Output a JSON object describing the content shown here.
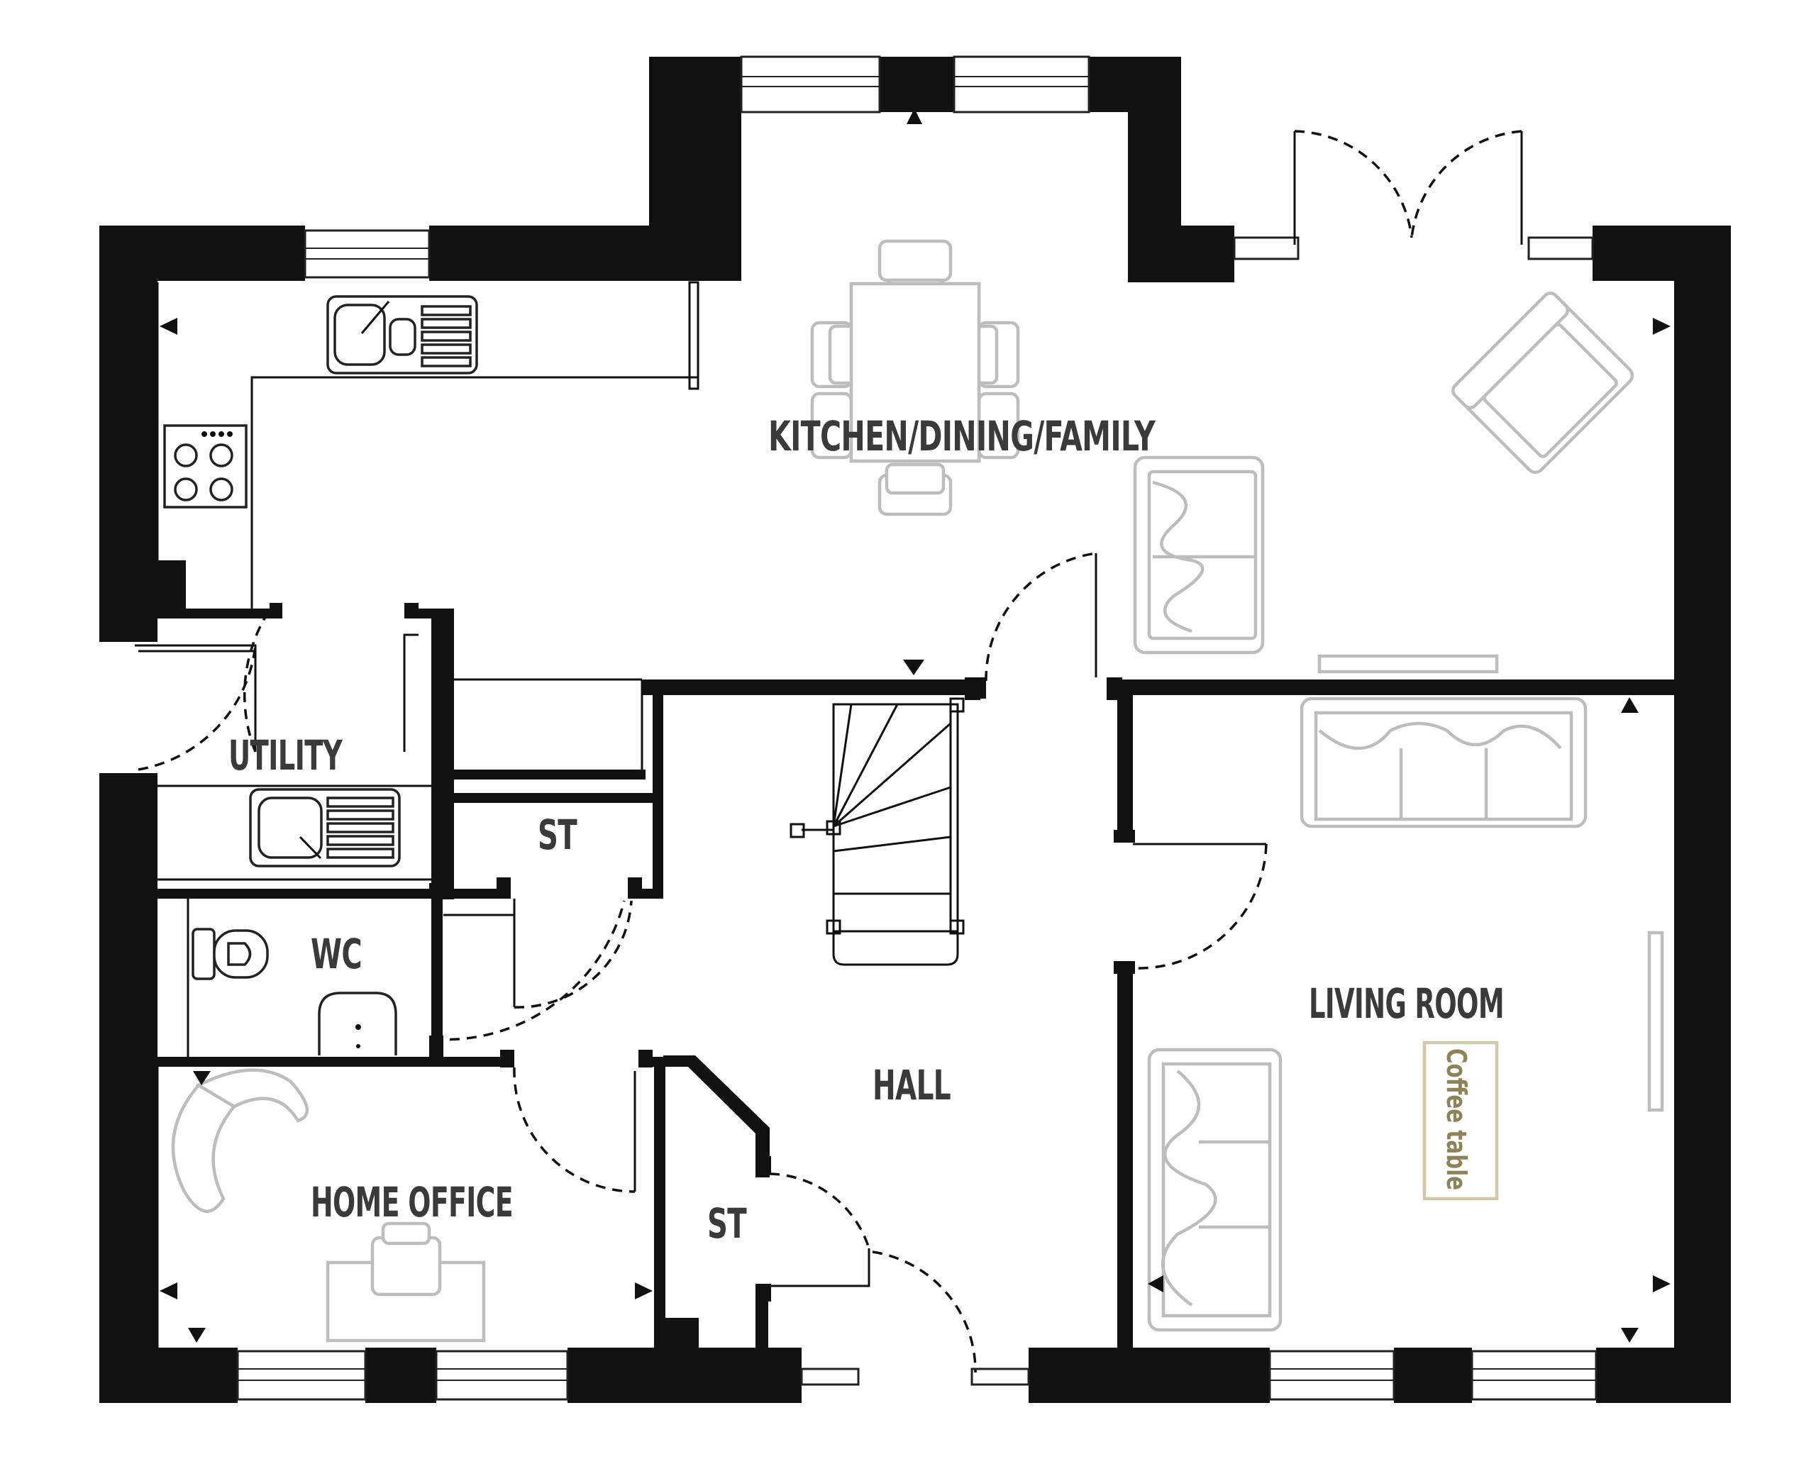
{
  "rooms": {
    "kitchen_dining_family": "KITCHEN/DINING/FAMILY",
    "utility": "UTILITY",
    "store_upper": "ST",
    "wc": "WC",
    "hall": "HALL",
    "home_office": "HOME OFFICE",
    "store_lower": "ST",
    "living_room": "LIVING ROOM"
  },
  "furniture": {
    "coffee_table": "Coffee table"
  },
  "colors": {
    "walls": "#111111",
    "furniture": "#bdbdbd",
    "label_text": "#3a3a3a",
    "accent_label": "#8d8356"
  }
}
